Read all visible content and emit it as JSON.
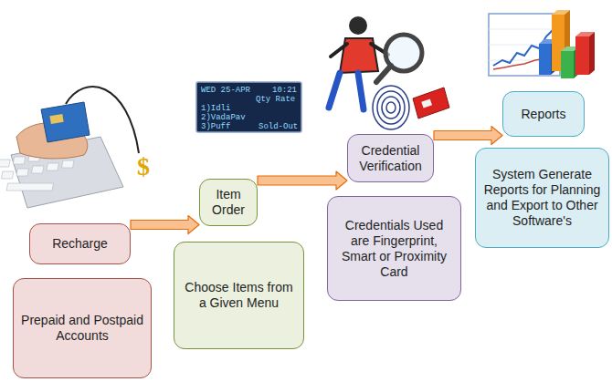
{
  "diagram": {
    "nodes": [
      {
        "text": [
          "Recharge"
        ]
      },
      {
        "text": [
          "Prepaid and Postpaid Accounts"
        ]
      },
      {
        "text": [
          "Item Order"
        ]
      },
      {
        "text": [
          "Choose Items from a Given Menu"
        ]
      },
      {
        "text": [
          "Credential Verification"
        ]
      },
      {
        "text": [
          "Credentials Used are Fingerprint, Smart or Proximity Card"
        ]
      },
      {
        "text": [
          "Reports"
        ]
      },
      {
        "text": [
          "System Generate Reports for Planning and Export to Other Software's"
        ]
      }
    ],
    "edges": [
      {
        "from": 0,
        "to": 2,
        "arrow": "to"
      },
      {
        "from": 2,
        "to": 4,
        "arrow": "to"
      },
      {
        "from": 4,
        "to": 6,
        "arrow": "to"
      }
    ],
    "labels": [
      "$",
      "WED 25-APR",
      "10:21",
      "Qty Rate",
      "1)Idli",
      "2)VadaPav",
      "3)Puff",
      "Sold-Out"
    ]
  }
}
